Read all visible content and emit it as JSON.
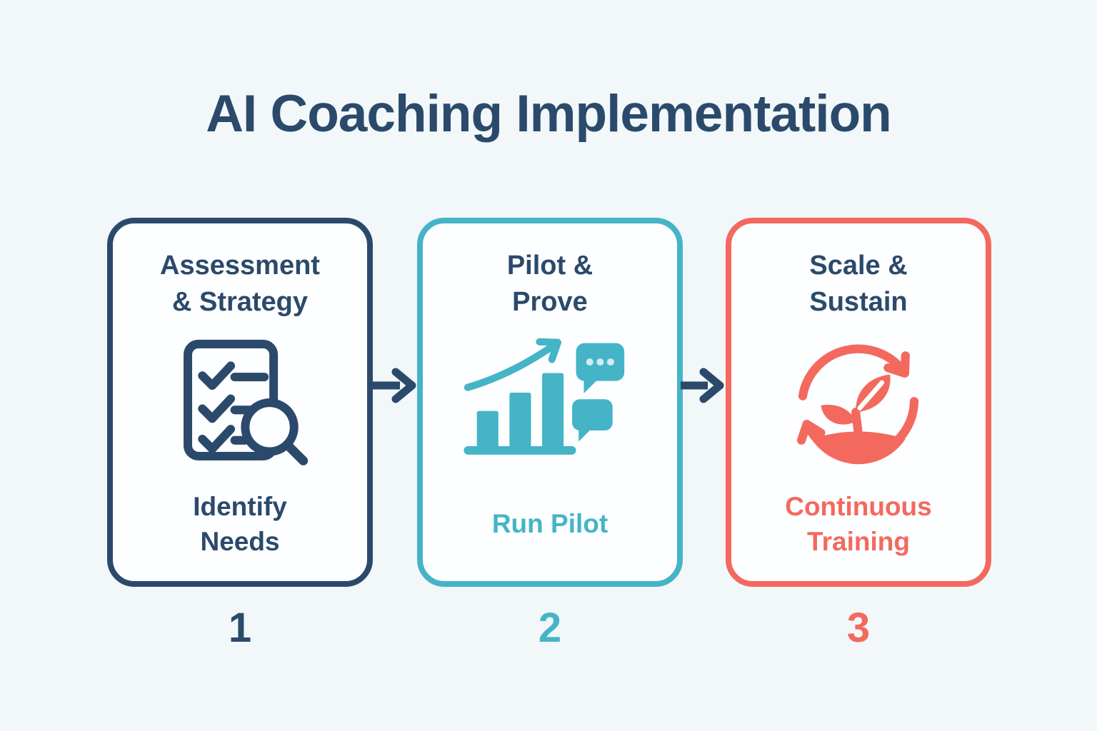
{
  "title": "AI Coaching Implementation",
  "colors": {
    "navy": "#2b4a6b",
    "teal": "#45b4c7",
    "coral": "#f3695e",
    "background": "#f2f7f9",
    "card_background": "#fdfeff",
    "bubble_dots": "#cdeef3"
  },
  "steps": [
    {
      "number": "1",
      "title": "Assessment\n& Strategy",
      "label": "Identify\nNeeds",
      "icon": "checklist-magnifier-icon",
      "accent": "#2b4a6b"
    },
    {
      "number": "2",
      "title": "Pilot &\nProve",
      "label": "Run Pilot",
      "icon": "bar-chart-growth-chat-icon",
      "accent": "#45b4c7"
    },
    {
      "number": "3",
      "title": "Scale &\nSustain",
      "label": "Continuous\nTraining",
      "icon": "growth-cycle-sprout-icon",
      "accent": "#f3695e"
    }
  ],
  "connectors": [
    {
      "icon": "arrow-right-icon"
    },
    {
      "icon": "arrow-right-icon"
    }
  ]
}
